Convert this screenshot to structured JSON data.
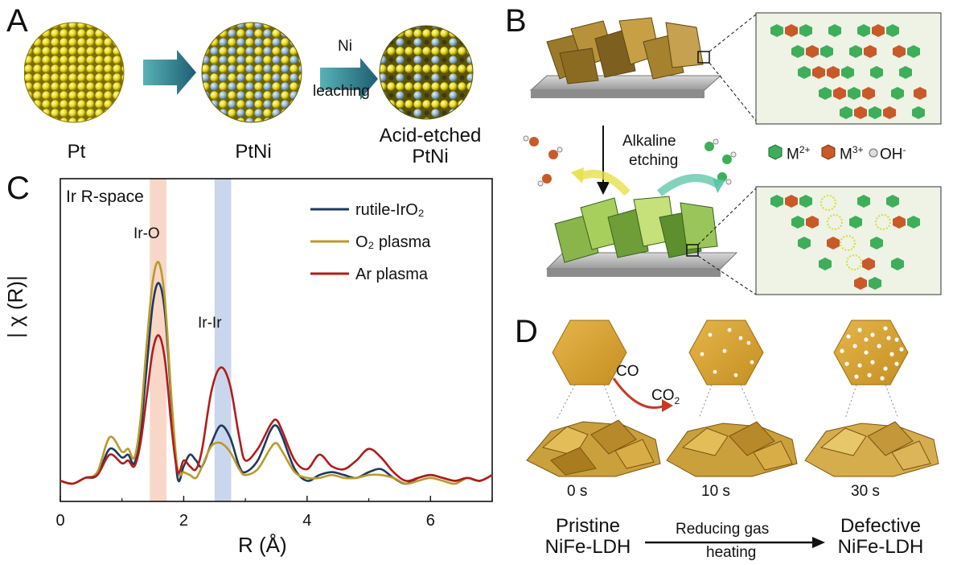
{
  "panels": {
    "a": {
      "letter": "A",
      "labels": [
        "Pt",
        "PtNi",
        "Acid-etched",
        "PtNi"
      ],
      "arrow_top": "Ni",
      "arrow_bottom": "leaching"
    },
    "b": {
      "letter": "B",
      "step_line1": "Alkaline",
      "step_line2": "etching",
      "legend_m2": "M",
      "legend_m2_sup": "2+",
      "legend_m3": "M",
      "legend_m3_sup": "3+",
      "legend_oh": "OH",
      "legend_oh_sup": "-"
    },
    "c": {
      "letter": "C",
      "inner_title": "Ir R-space",
      "peak_label_1": "Ir-O",
      "peak_label_2": "Ir-Ir",
      "ylabel": "| χ (R)|"
    },
    "d": {
      "letter": "D",
      "gas_in": "CO",
      "gas_out": "CO",
      "gas_out_sub": "2",
      "times": [
        "0 s",
        "10 s",
        "30 s"
      ],
      "left_line1": "Pristine",
      "left_line2": "NiFe-LDH",
      "right_line1": "Defective",
      "right_line2": "NiFe-LDH",
      "arrow_top": "Reducing gas",
      "arrow_bottom": "heating"
    }
  },
  "colors": {
    "pt_yellow": "#e6d81c",
    "ni_blue": "#8fb0c9",
    "arrow_teal": "#2c7f86",
    "ldh_gold": "#d9a93a",
    "m2_green": "#3fae5a",
    "m3_orange": "#c85a2a",
    "rutile": "#1e3a5f",
    "o2": "#b89a2a",
    "ar": "#b01c1c",
    "band_ir_o": "#f6c9b5",
    "band_ir_ir": "#b8c8e6"
  },
  "chart_data": {
    "type": "line",
    "title": "Ir R-space",
    "xlabel": "R (Å)",
    "ylabel": "| χ (R)|",
    "xlim": [
      0,
      7
    ],
    "ylim": [
      0,
      1.0
    ],
    "xticks": [
      0,
      2,
      4,
      6
    ],
    "shaded_bands": [
      {
        "x_range": [
          1.45,
          1.72
        ],
        "label": "Ir-O"
      },
      {
        "x_range": [
          2.5,
          2.77
        ],
        "label": "Ir-Ir"
      }
    ],
    "series": [
      {
        "name": "rutile-IrO₂",
        "color": "#1e3a5f",
        "x": [
          0,
          0.2,
          0.4,
          0.6,
          0.8,
          1.0,
          1.1,
          1.2,
          1.3,
          1.4,
          1.5,
          1.6,
          1.7,
          1.8,
          1.9,
          2.0,
          2.1,
          2.2,
          2.3,
          2.45,
          2.6,
          2.75,
          2.9,
          3.0,
          3.2,
          3.4,
          3.5,
          3.6,
          3.8,
          4.0,
          4.2,
          4.4,
          4.6,
          4.8,
          5.0,
          5.2,
          5.4,
          5.6,
          5.8,
          6.0,
          6.2,
          6.4,
          6.6,
          6.8,
          7.0
        ],
        "y": [
          0.01,
          0.0,
          0.02,
          0.03,
          0.12,
          0.09,
          0.1,
          0.07,
          0.18,
          0.4,
          0.62,
          0.69,
          0.58,
          0.28,
          0.02,
          0.06,
          0.1,
          0.08,
          0.06,
          0.14,
          0.2,
          0.16,
          0.06,
          0.04,
          0.08,
          0.18,
          0.2,
          0.16,
          0.05,
          0.01,
          0.03,
          0.04,
          0.03,
          0.02,
          0.04,
          0.05,
          0.02,
          0.0,
          0.02,
          0.03,
          0.02,
          0.01,
          0.02,
          0.01,
          0.03
        ]
      },
      {
        "name": "O₂ plasma",
        "color": "#b89a2a",
        "x": [
          0,
          0.2,
          0.4,
          0.6,
          0.8,
          1.0,
          1.1,
          1.2,
          1.3,
          1.4,
          1.5,
          1.6,
          1.7,
          1.8,
          1.9,
          2.0,
          2.1,
          2.2,
          2.3,
          2.45,
          2.6,
          2.75,
          2.9,
          3.0,
          3.2,
          3.4,
          3.5,
          3.6,
          3.8,
          4.0,
          4.2,
          4.4,
          4.6,
          4.8,
          5.0,
          5.2,
          5.4,
          5.6,
          5.8,
          6.0,
          6.2,
          6.4,
          6.6,
          6.8,
          7.0
        ],
        "y": [
          0.01,
          0.0,
          0.02,
          0.04,
          0.16,
          0.11,
          0.12,
          0.09,
          0.22,
          0.48,
          0.7,
          0.76,
          0.62,
          0.3,
          0.05,
          0.04,
          0.03,
          0.02,
          0.06,
          0.13,
          0.14,
          0.11,
          0.05,
          0.03,
          0.05,
          0.12,
          0.14,
          0.11,
          0.04,
          0.02,
          0.02,
          0.03,
          0.02,
          0.02,
          0.03,
          0.03,
          0.02,
          0.0,
          0.01,
          0.02,
          0.01,
          0.0,
          0.02,
          0.01,
          0.03
        ]
      },
      {
        "name": "Ar plasma",
        "color": "#b01c1c",
        "x": [
          0,
          0.2,
          0.4,
          0.6,
          0.8,
          1.0,
          1.1,
          1.2,
          1.3,
          1.4,
          1.5,
          1.6,
          1.7,
          1.8,
          1.9,
          2.0,
          2.1,
          2.2,
          2.3,
          2.45,
          2.6,
          2.75,
          2.9,
          3.0,
          3.2,
          3.4,
          3.5,
          3.6,
          3.8,
          4.0,
          4.2,
          4.4,
          4.6,
          4.8,
          5.0,
          5.2,
          5.4,
          5.6,
          5.8,
          6.0,
          6.2,
          6.4,
          6.6,
          6.8,
          7.0
        ],
        "y": [
          0.01,
          0.0,
          0.02,
          0.03,
          0.1,
          0.07,
          0.08,
          0.06,
          0.14,
          0.3,
          0.46,
          0.51,
          0.42,
          0.2,
          0.04,
          0.08,
          0.06,
          0.05,
          0.12,
          0.32,
          0.4,
          0.34,
          0.16,
          0.08,
          0.12,
          0.2,
          0.22,
          0.18,
          0.08,
          0.05,
          0.1,
          0.06,
          0.05,
          0.08,
          0.12,
          0.09,
          0.04,
          0.01,
          0.02,
          0.03,
          0.02,
          0.01,
          0.02,
          0.01,
          0.03
        ]
      }
    ]
  }
}
